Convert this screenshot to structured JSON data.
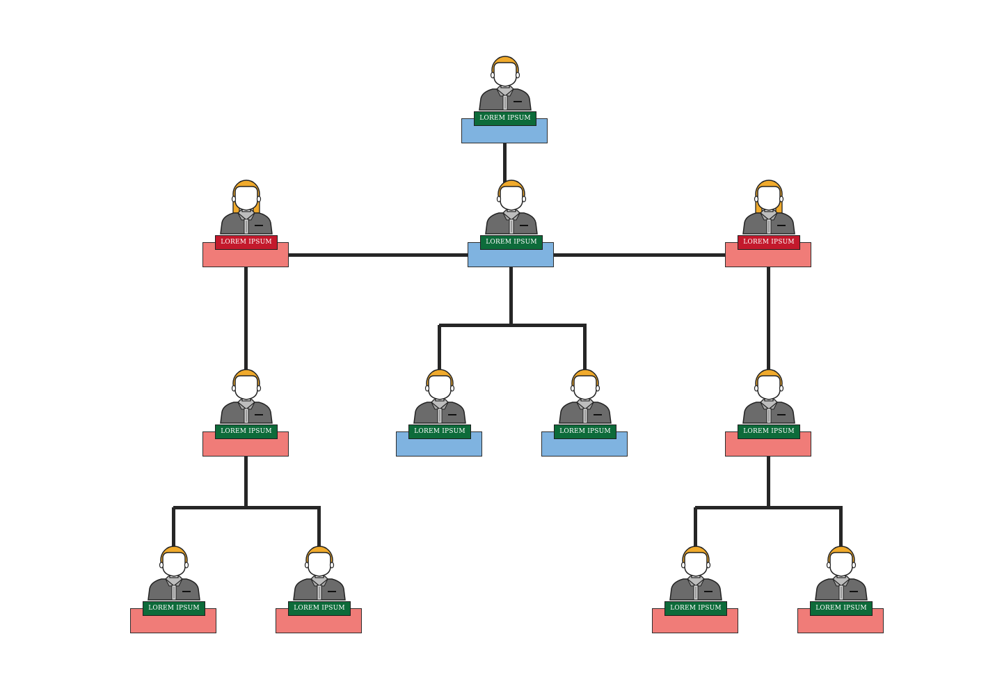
{
  "colors": {
    "card_blue": "#7fb3e0",
    "card_red": "#f07c78",
    "tag_green": "#0d6b3a",
    "tag_crimson": "#c3192c",
    "line": "#262626",
    "hair_orange": "#f0aa2c",
    "suit_gray": "#6b6b6b"
  },
  "nodes": [
    {
      "id": "n0",
      "label": "LOREM IPSUM",
      "card": "blue",
      "tag": "green",
      "avatar": "male"
    },
    {
      "id": "n1",
      "label": "LOREM IPSUM",
      "card": "red",
      "tag": "crimson",
      "avatar": "female"
    },
    {
      "id": "n2",
      "label": "LOREM IPSUM",
      "card": "blue",
      "tag": "green",
      "avatar": "male"
    },
    {
      "id": "n3",
      "label": "LOREM IPSUM",
      "card": "red",
      "tag": "crimson",
      "avatar": "female"
    },
    {
      "id": "n4",
      "label": "LOREM IPSUM",
      "card": "red",
      "tag": "green",
      "avatar": "male"
    },
    {
      "id": "n5",
      "label": "LOREM IPSUM",
      "card": "blue",
      "tag": "green",
      "avatar": "male"
    },
    {
      "id": "n6",
      "label": "LOREM IPSUM",
      "card": "blue",
      "tag": "green",
      "avatar": "male"
    },
    {
      "id": "n7",
      "label": "LOREM IPSUM",
      "card": "red",
      "tag": "green",
      "avatar": "male"
    },
    {
      "id": "n8",
      "label": "LOREM IPSUM",
      "card": "red",
      "tag": "green",
      "avatar": "male"
    },
    {
      "id": "n9",
      "label": "LOREM IPSUM",
      "card": "red",
      "tag": "green",
      "avatar": "male"
    },
    {
      "id": "n10",
      "label": "LOREM IPSUM",
      "card": "red",
      "tag": "green",
      "avatar": "male"
    },
    {
      "id": "n11",
      "label": "LOREM IPSUM",
      "card": "red",
      "tag": "green",
      "avatar": "male"
    }
  ],
  "edges": [
    [
      "n0",
      "n2"
    ],
    [
      "n2",
      "n1"
    ],
    [
      "n2",
      "n3"
    ],
    [
      "n2",
      "n5"
    ],
    [
      "n2",
      "n6"
    ],
    [
      "n1",
      "n4"
    ],
    [
      "n3",
      "n7"
    ],
    [
      "n4",
      "n8"
    ],
    [
      "n4",
      "n9"
    ],
    [
      "n7",
      "n10"
    ],
    [
      "n7",
      "n11"
    ]
  ]
}
